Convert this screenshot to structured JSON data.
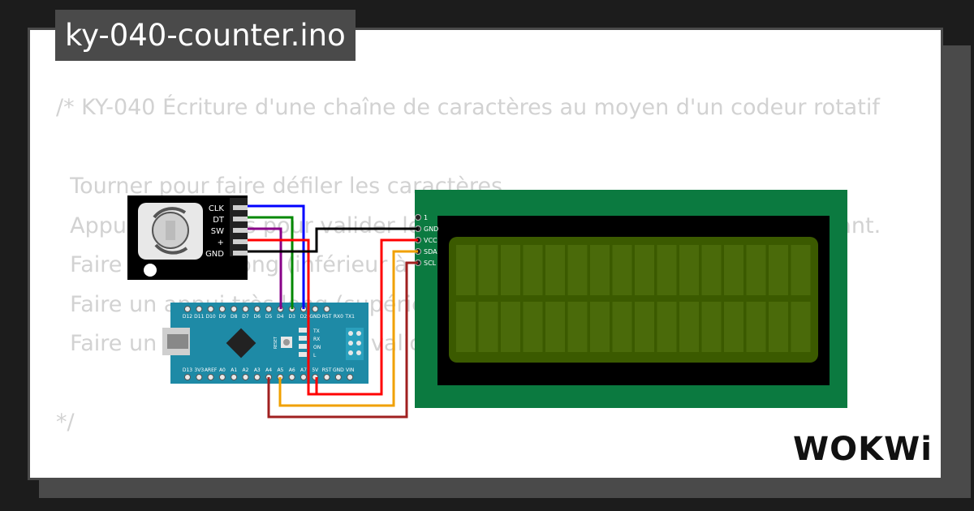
{
  "file_title": "ky-040-counter.ino",
  "code_lines": [
    "/* KY-040 Écriture d'une chaîne de caractères au moyen d'un codeur rotatif",
    "",
    "  Tourner pour faire défiler les caractères.",
    "  Appuyer une fois pour valider le caractère et passer au caractère suivant.",
    "  Faire un appui long (inférieur à 2 s) pour effacer le caractère courant.",
    "  Faire un appui très long (supérieur à 2 s) pour effacer toute la chaîne.",
    "  Faire un double appui pour valider la chaîne de caractères.",
    "",
    "*/"
  ],
  "brand": "WOKWi",
  "encoder": {
    "pins": [
      "CLK",
      "DT",
      "SW",
      "+",
      "GND"
    ]
  },
  "lcd": {
    "pins": [
      "1",
      "GND",
      "VCC",
      "SDA",
      "SCL"
    ]
  },
  "nano": {
    "top_pins": [
      "D12",
      "D11",
      "D10",
      "D9",
      "D8",
      "D7",
      "D6",
      "D5",
      "D4",
      "D3",
      "D2",
      "GND",
      "RST",
      "RX0",
      "TX1"
    ],
    "bottom_pins": [
      "D13",
      "3V3",
      "AREF",
      "A0",
      "A1",
      "A2",
      "A3",
      "A4",
      "A5",
      "A6",
      "A7",
      "5V",
      "RST",
      "GND",
      "VIN"
    ],
    "reset_label": "RESET",
    "leds": [
      "TX",
      "RX",
      "ON",
      "L"
    ]
  },
  "colors": {
    "background": "#1c1c1c",
    "card_border": "#4a4a4a",
    "code_text": "#d2d2d2",
    "lcd_pcb": "#0b7a40",
    "lcd_screen": "#3b5a00",
    "nano_board": "#1e8aa6",
    "wire_clk": "#0000ff",
    "wire_dt": "#008800",
    "wire_sw": "#880088",
    "wire_vcc": "#ff0000",
    "wire_gnd": "#000000",
    "wire_sda": "#f0a000",
    "wire_scl": "#a02020"
  }
}
